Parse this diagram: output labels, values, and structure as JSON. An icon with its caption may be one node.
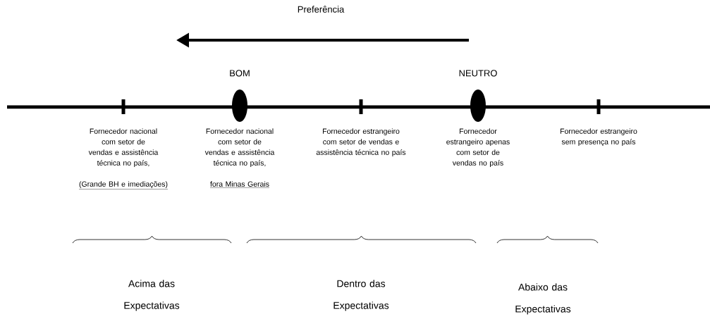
{
  "diagram": {
    "nodes": [
      {
        "text": [
          "BOM"
        ]
      },
      {
        "text": [
          "NEUTRO"
        ]
      }
    ],
    "labels": [
      "Preferência",
      "Fornecedor nacional com setor de vendas e assistência técnica no país,",
      "(Grande BH e imediações)",
      "Fornecedor nacional com setor de vendas e assistência técnica no país,",
      "fora Minas Gerais",
      "Fornecedor estrangeiro com setor de vendas e assistência técnica no país",
      "Fornecedor estrangeiro apenas com setor de vendas no país",
      "Fornecedor estrangeiro sem presença no país",
      "Acima das Expectativas",
      "Dentro das Expectativas",
      "Abaixo das Expectativas"
    ]
  }
}
